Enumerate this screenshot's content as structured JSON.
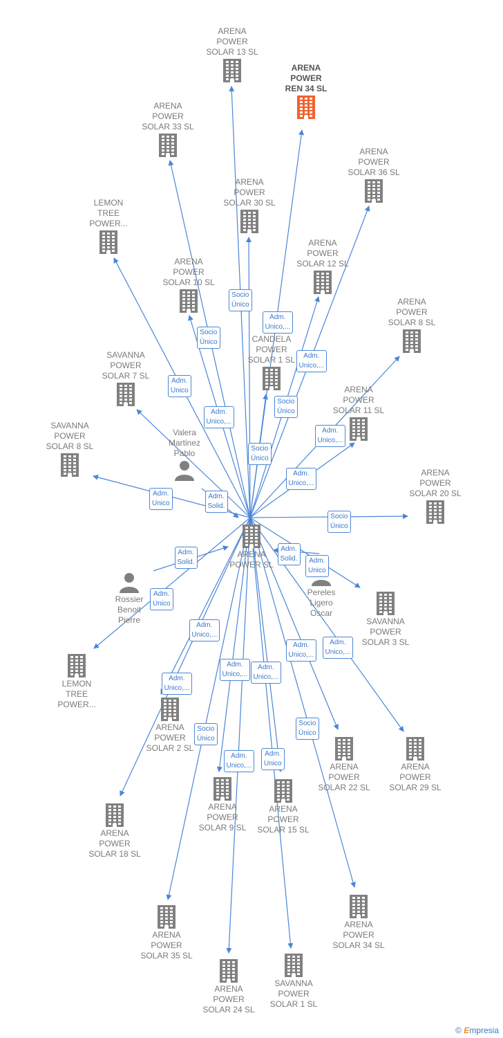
{
  "brand": {
    "copyright": "©",
    "name_initial": "E",
    "name_rest": "mpresia"
  },
  "colors": {
    "edge": "#4a86d6",
    "building": "#808080",
    "building_highlight": "#f2622e",
    "person": "#808080"
  },
  "center": {
    "id": "center",
    "label": "ARENA\nPOWER  SL",
    "icon": "building-icon"
  },
  "nodes": [
    {
      "id": "solar13",
      "label": "ARENA\nPOWER\nSOLAR 13  SL",
      "icon": "building-icon"
    },
    {
      "id": "ren34",
      "label": "ARENA\nPOWER\nREN 34  SL",
      "icon": "building-icon",
      "highlight": true
    },
    {
      "id": "solar33",
      "label": "ARENA\nPOWER\nSOLAR 33  SL",
      "icon": "building-icon"
    },
    {
      "id": "solar36",
      "label": "ARENA\nPOWER\nSOLAR 36  SL",
      "icon": "building-icon"
    },
    {
      "id": "solar30",
      "label": "ARENA\nPOWER\nSOLAR 30  SL",
      "icon": "building-icon"
    },
    {
      "id": "lemon1",
      "label": "LEMON\nTREE\nPOWER...",
      "icon": "building-icon"
    },
    {
      "id": "solar12",
      "label": "ARENA\nPOWER\nSOLAR 12  SL",
      "icon": "building-icon"
    },
    {
      "id": "solar10",
      "label": "ARENA\nPOWER\nSOLAR 10  SL",
      "icon": "building-icon"
    },
    {
      "id": "solar8",
      "label": "ARENA\nPOWER\nSOLAR 8  SL",
      "icon": "building-icon"
    },
    {
      "id": "candela",
      "label": "CANDELA\nPOWER\nSOLAR 1  SL",
      "icon": "building-icon"
    },
    {
      "id": "savsolar7",
      "label": "SAVANNA\nPOWER\nSOLAR 7  SL",
      "icon": "building-icon"
    },
    {
      "id": "solar11",
      "label": "ARENA\nPOWER\nSOLAR 11  SL",
      "icon": "building-icon"
    },
    {
      "id": "savsolar8",
      "label": "SAVANNA\nPOWER\nSOLAR 8  SL",
      "icon": "building-icon"
    },
    {
      "id": "valera",
      "label": "Valera\nMartinez\nPablo",
      "icon": "person-icon"
    },
    {
      "id": "solar20",
      "label": "ARENA\nPOWER\nSOLAR 20  SL",
      "icon": "building-icon"
    },
    {
      "id": "rossier",
      "label": "Rossier\nBenoit\nPierre",
      "icon": "person-icon"
    },
    {
      "id": "pereles",
      "label": "Pereles\nLigero\nOscar",
      "icon": "person-icon"
    },
    {
      "id": "savsolar3",
      "label": "SAVANNA\nPOWER\nSOLAR 3  SL",
      "icon": "building-icon"
    },
    {
      "id": "lemon2",
      "label": "LEMON\nTREE\nPOWER...",
      "icon": "building-icon"
    },
    {
      "id": "solar2",
      "label": "ARENA\nPOWER\nSOLAR 2  SL",
      "icon": "building-icon"
    },
    {
      "id": "solar22",
      "label": "ARENA\nPOWER\nSOLAR 22  SL",
      "icon": "building-icon"
    },
    {
      "id": "solar29",
      "label": "ARENA\nPOWER\nSOLAR 29  SL",
      "icon": "building-icon"
    },
    {
      "id": "solar9",
      "label": "ARENA\nPOWER\nSOLAR 9  SL",
      "icon": "building-icon"
    },
    {
      "id": "solar15",
      "label": "ARENA\nPOWER\nSOLAR 15  SL",
      "icon": "building-icon"
    },
    {
      "id": "solar18",
      "label": "ARENA\nPOWER\nSOLAR 18  SL",
      "icon": "building-icon"
    },
    {
      "id": "solar35",
      "label": "ARENA\nPOWER\nSOLAR 35  SL",
      "icon": "building-icon"
    },
    {
      "id": "solar34",
      "label": "ARENA\nPOWER\nSOLAR 34  SL",
      "icon": "building-icon"
    },
    {
      "id": "solar24",
      "label": "ARENA\nPOWER\nSOLAR 24  SL",
      "icon": "building-icon"
    },
    {
      "id": "savsolar1",
      "label": "SAVANNA\nPOWER\nSOLAR 1  SL",
      "icon": "building-icon"
    }
  ],
  "edges": [
    {
      "from": "center",
      "to": "solar13",
      "label": ""
    },
    {
      "from": "center",
      "to": "ren34",
      "label": "Adm.\nUnico,..."
    },
    {
      "from": "center",
      "to": "solar33",
      "label": "Adm.\nUnico"
    },
    {
      "from": "center",
      "to": "solar36",
      "label": "Adm.\nUnico,..."
    },
    {
      "from": "center",
      "to": "solar30",
      "label": "Socio\nÚnico"
    },
    {
      "from": "center",
      "to": "lemon1",
      "label": ""
    },
    {
      "from": "center",
      "to": "solar12",
      "label": "Socio\nÚnico"
    },
    {
      "from": "center",
      "to": "solar10",
      "label": "Socio\nÚnico"
    },
    {
      "from": "center",
      "to": "solar8",
      "label": "Adm.\nUnico,..."
    },
    {
      "from": "center",
      "to": "candela",
      "label": "Socio\nÚnico"
    },
    {
      "from": "center",
      "to": "savsolar7",
      "label": "Adm.\nUnico,..."
    },
    {
      "from": "center",
      "to": "solar11",
      "label": "Adm.\nUnico,..."
    },
    {
      "from": "center",
      "to": "savsolar8",
      "label": "Adm.\nUnico"
    },
    {
      "from": "valera",
      "to": "center",
      "label": "Adm.\nSolid."
    },
    {
      "from": "center",
      "to": "solar20",
      "label": "Socio\nÚnico"
    },
    {
      "from": "rossier",
      "to": "center",
      "label": "Adm.\nSolid."
    },
    {
      "from": "pereles",
      "to": "center",
      "label": "Adm.\nSolid."
    },
    {
      "from": "center",
      "to": "savsolar3",
      "label": "Adm.\nUnico"
    },
    {
      "from": "center",
      "to": "lemon2",
      "label": "Adm.\nUnico"
    },
    {
      "from": "center",
      "to": "solar2",
      "label": "Adm.\nUnico,..."
    },
    {
      "from": "center",
      "to": "solar22",
      "label": "Adm.\nUnico,..."
    },
    {
      "from": "center",
      "to": "solar29",
      "label": "Adm.\nUnico,..."
    },
    {
      "from": "center",
      "to": "solar9",
      "label": "Adm.\nUnico,..."
    },
    {
      "from": "center",
      "to": "solar15",
      "label": "Adm.\nUnico,..."
    },
    {
      "from": "center",
      "to": "solar18",
      "label": "Adm.\nUnico,..."
    },
    {
      "from": "center",
      "to": "solar35",
      "label": "Socio\nÚnico"
    },
    {
      "from": "center",
      "to": "solar34",
      "label": "Socio\nÚnico"
    },
    {
      "from": "center",
      "to": "solar24",
      "label": "Adm.\nUnico,..."
    },
    {
      "from": "center",
      "to": "savsolar1",
      "label": "Adm.\nUnico"
    }
  ]
}
